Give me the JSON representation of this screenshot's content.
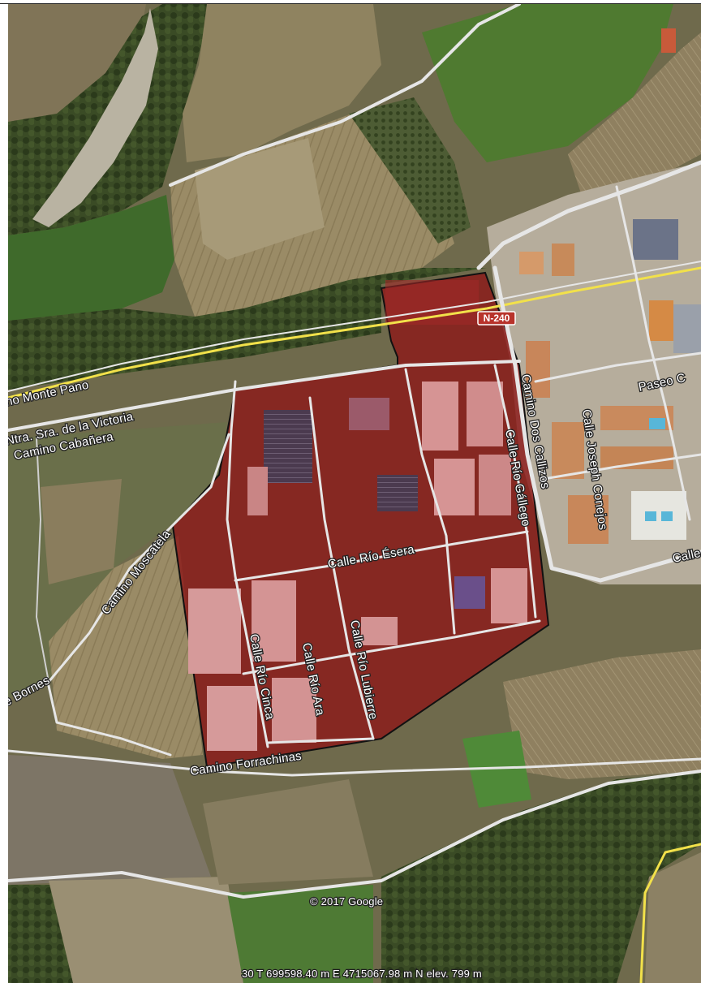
{
  "map": {
    "copyright": "© 2017 Google",
    "status_bar": "30 T 699598.40 m E 4715067.98 m N elev.   799 m",
    "highway_shield": "N-240",
    "street_labels": {
      "monte_pano": "no Monte Pano",
      "victoria": "Ntra. Sra. de la Victoria",
      "cabanera": "Camino Cabañera",
      "moscatela": "Camino Moscatela",
      "bornes": "e Bornes",
      "forrachinas": "Camino Forrachinas",
      "rio_esera": "Calle Río Ésera",
      "rio_cinca": "Calle Río Cinca",
      "rio_ara": "Calle Río Ara",
      "rio_lubierre": "Calle Río Lubierre",
      "rio_gallego": "Calle Río Gállego",
      "dos_callizos": "Camino Dos Callizos",
      "joseph_conejos": "Calle Joseph Conejos",
      "paseo": "Paseo C",
      "calle_edge": "Calle"
    },
    "colors": {
      "overlay_fill": "#8b1a1a",
      "overlay_stroke": "#111111",
      "road": "#e6e6e6",
      "highway": "#f2e14a"
    }
  }
}
